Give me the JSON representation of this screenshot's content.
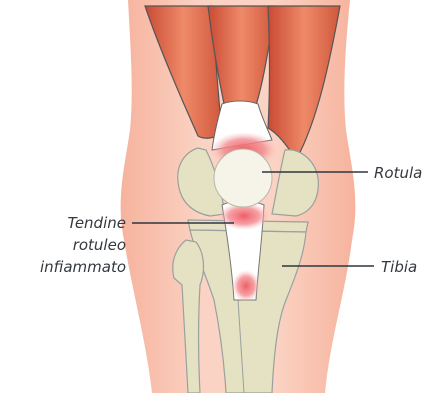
{
  "labels": {
    "rotula": "Rotula",
    "tibia": "Tibia",
    "tendine": [
      "Tendine",
      "rotuleo",
      "infiammato"
    ]
  },
  "colors": {
    "skin": "#f6b8a3",
    "skin_light": "#f9cdbd",
    "muscle": "#e26c4f",
    "muscle_dark": "#c94f37",
    "bone": "#e4e2c2",
    "bone_outline": "#9aa09e",
    "patella": "#f6f3e9",
    "inflammation": "#eb6f73",
    "line": "#2e3640"
  }
}
